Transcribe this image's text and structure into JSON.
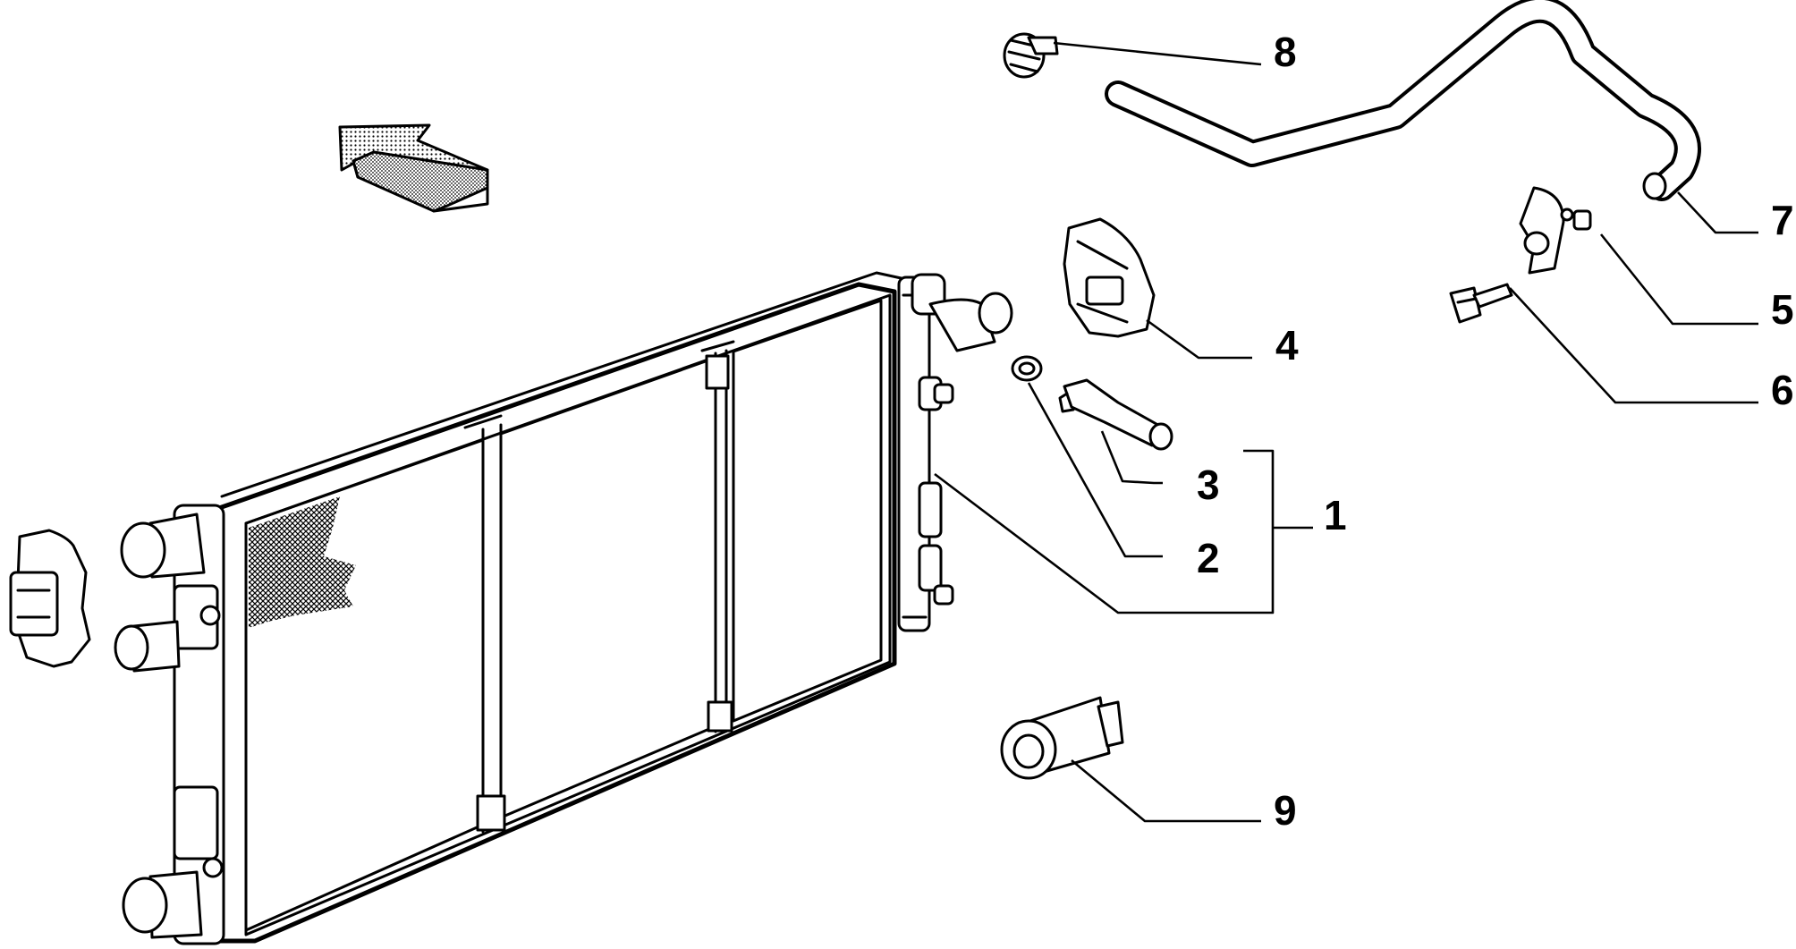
{
  "callouts": [
    {
      "id": "1",
      "label": "1"
    },
    {
      "id": "2",
      "label": "2"
    },
    {
      "id": "3",
      "label": "3"
    },
    {
      "id": "4",
      "label": "4"
    },
    {
      "id": "5",
      "label": "5"
    },
    {
      "id": "6",
      "label": "6"
    },
    {
      "id": "7",
      "label": "7"
    },
    {
      "id": "8",
      "label": "8"
    },
    {
      "id": "9",
      "label": "9"
    }
  ],
  "colors": {
    "line": "#000000",
    "background": "#ffffff"
  },
  "icons": [
    "direction-arrow-icon",
    "fan-relay-icon"
  ]
}
